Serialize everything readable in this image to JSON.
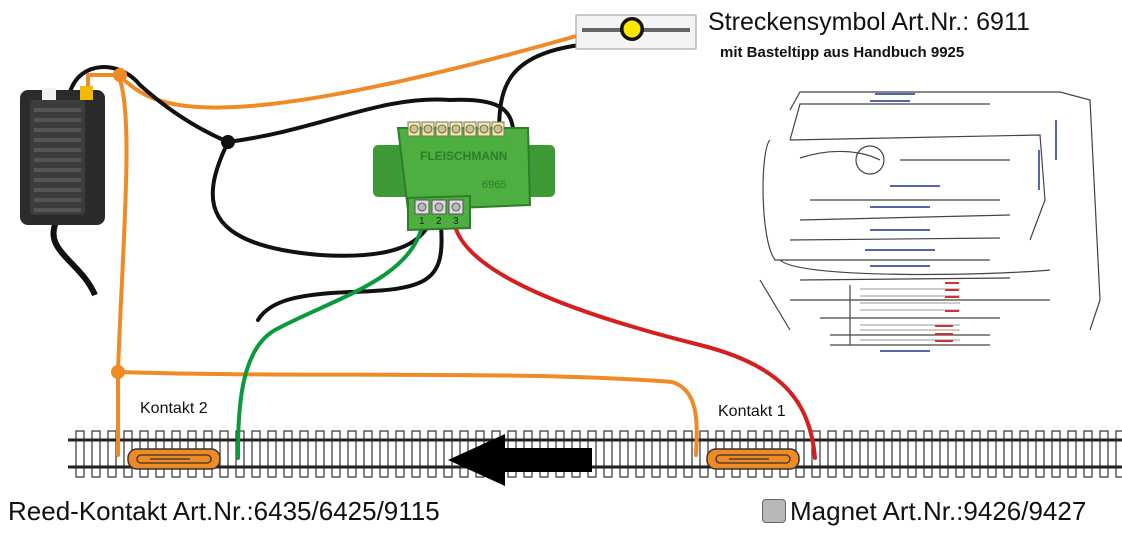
{
  "labels": {
    "signal_title": "Streckensymbol Art.Nr.: 6911",
    "signal_subtitle": "mit Basteltipp aus Handbuch 9925",
    "contact2": "Kontakt 2",
    "contact1": "Kontakt 1",
    "reed_contact": "Reed-Kontakt Art.Nr.:6435/6425/9115",
    "magnet": "Magnet Art.Nr.:9426/9427"
  },
  "module": {
    "brand": "FLEISCHMANN",
    "model": "6965",
    "terminals": [
      "1",
      "2",
      "3"
    ]
  },
  "colors": {
    "orange_wire": "#f08a24",
    "black_wire": "#111111",
    "green_wire": "#0a9a3c",
    "red_wire": "#d61e1e",
    "module_green": "#4caf3f",
    "signal_lamp": "#ffe600",
    "reed_fill": "#f08a24"
  }
}
